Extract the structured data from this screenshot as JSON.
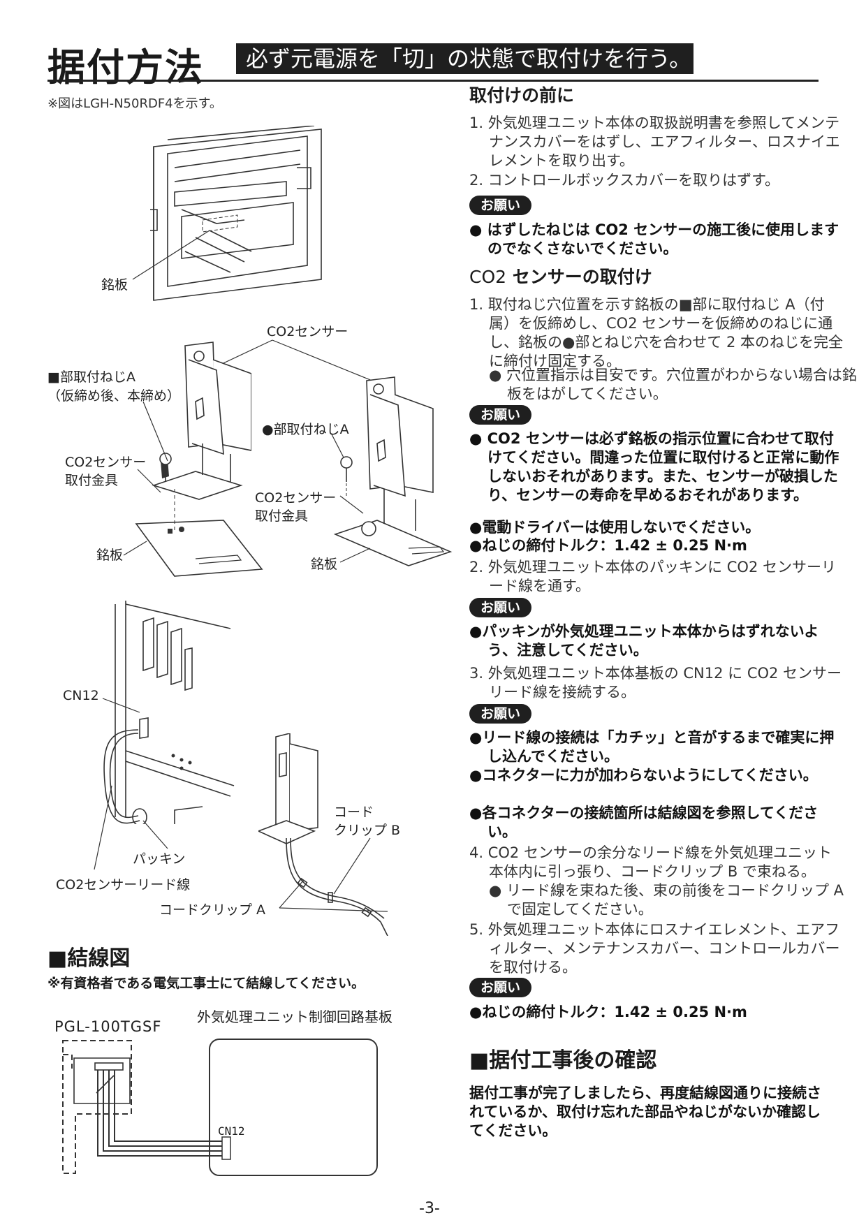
{
  "header": {
    "title": "据付方法",
    "banner": "必ず元電源を「切」の状態で取付けを行う。"
  },
  "figure_note": "※図はLGH-N50RDF4を示す。",
  "figure1_labels": {
    "nameplate_top": "銘板",
    "co2_sensor": "CO2センサー",
    "square_screw": "■部取付ねじA",
    "square_screw_note": "（仮締め後、本締め）",
    "circle_screw": "●部取付ねじA",
    "bracket_left_1": "CO2センサー",
    "bracket_left_2": "取付金具",
    "bracket_right_1": "CO2センサー",
    "bracket_right_2": "取付金具",
    "nameplate_left": "銘板",
    "nameplate_right": "銘板"
  },
  "figure2_labels": {
    "cn12": "CN12",
    "packing": "パッキン",
    "lead_wire": "CO2センサーリード線",
    "clip_b_1": "コード",
    "clip_b_2": "クリップ B",
    "clip_a": "コードクリップ A"
  },
  "wiring": {
    "heading": "■結線図",
    "note": "※有資格者である電気工事士にて結線してください。",
    "device": "PGL-100TGSF",
    "board": "外気処理ユニット制御回路基板",
    "connector": "CN12"
  },
  "before": {
    "heading": "取付けの前に",
    "step1": "1. 外気処理ユニット本体の取扱説明書を参照してメンテナンスカバーをはずし、エアフィルター、ロスナイエレメントを取り出す。",
    "step2": "2. コントロールボックスカバーを取りはずす。",
    "request_label": "お願い",
    "request1": "● はずしたねじは CO2 センサーの施工後に使用しますのでなくさないでください。"
  },
  "install": {
    "heading_prefix": "CO2",
    "heading": "センサーの取付け",
    "step1": "1. 取付ねじ穴位置を示す銘板の■部に取付ねじ A（付属）を仮締めし、CO2 センサーを仮締めのねじに通し、銘板の●部とねじ穴を合わせて 2 本のねじを完全に締付け固定する。",
    "step1_sub": "● 穴位置指示は目安です。穴位置がわからない場合は銘板をはがしてください。",
    "request_label": "お願い",
    "req1": "● CO2 センサーは必ず銘板の指示位置に合わせて取付けてください。間違った位置に取付けると正常に動作しないおそれがあります。また、センサーが破損したり、センサーの寿命を早めるおそれがあります。",
    "req2": "●電動ドライバーは使用しないでください。",
    "req3": "●ねじの締付トルク：1.42 ± 0.25 N·m",
    "step2": "2. 外気処理ユニット本体のパッキンに CO2 センサーリード線を通す。",
    "request_label2": "お願い",
    "req4": "●パッキンが外気処理ユニット本体からはずれないよう、注意してください。",
    "step3": "3. 外気処理ユニット本体基板の CN12 に CO2 センサーリード線を接続する。",
    "request_label3": "お願い",
    "req5": "●リード線の接続は「カチッ」と音がするまで確実に押し込んでください。",
    "req6": "●コネクターに力が加わらないようにしてください。",
    "req7": "●各コネクターの接続箇所は結線図を参照してください。",
    "step4": "4. CO2 センサーの余分なリード線を外気処理ユニット本体内に引っ張り、コードクリップ B で束ねる。",
    "step4_sub": "● リード線を束ねた後、束の前後をコードクリップ A で固定してください。",
    "step5": "5. 外気処理ユニット本体にロスナイエレメント、エアフィルター、メンテナンスカバー、コントロールカバーを取付ける。",
    "request_label4": "お願い",
    "req8": "●ねじの締付トルク：1.42 ± 0.25 N·m"
  },
  "after": {
    "heading": "■据付工事後の確認",
    "text": "据付工事が完了しましたら、再度結線図通りに接続されているか、取付け忘れた部品やねじがないか確認してください。"
  },
  "page_number": "-3-"
}
